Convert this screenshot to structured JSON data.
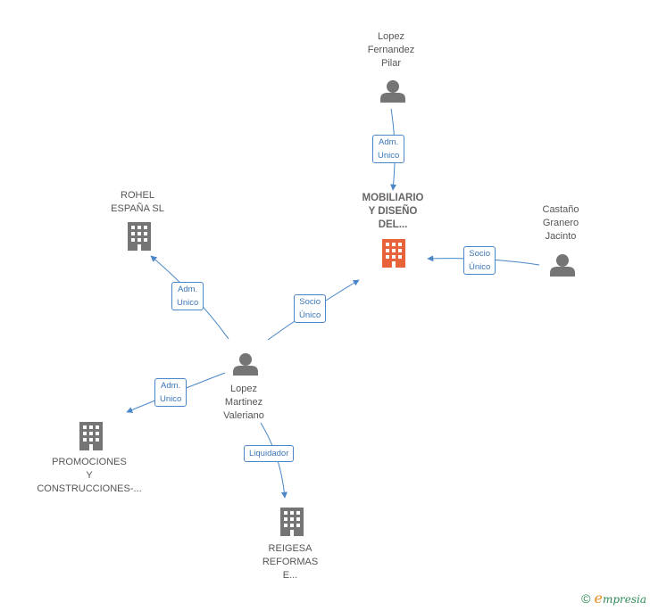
{
  "colors": {
    "edge": "#4a86c8",
    "icon": "#757575",
    "highlight": "#e8623a"
  },
  "nodes": {
    "lopez_fernandez": {
      "lines": [
        "Lopez",
        "Fernandez",
        "Pilar"
      ],
      "icon": "person-icon"
    },
    "mobiliario": {
      "lines": [
        "MOBILIARIO",
        "Y DISEÑO",
        "DEL..."
      ],
      "icon": "building-icon"
    },
    "castano": {
      "lines": [
        "Castaño",
        "Granero",
        "Jacinto"
      ],
      "icon": "person-icon"
    },
    "rohel": {
      "lines": [
        "ROHEL",
        "ESPAÑA SL"
      ],
      "icon": "building-icon"
    },
    "lopez_martinez": {
      "lines": [
        "Lopez",
        "Martinez",
        "Valeriano"
      ],
      "icon": "person-icon"
    },
    "promociones": {
      "lines": [
        "PROMOCIONES",
        "Y",
        "CONSTRUCCIONES-..."
      ],
      "icon": "building-icon"
    },
    "reigesa": {
      "lines": [
        "REIGESA",
        "REFORMAS",
        "E..."
      ],
      "icon": "building-icon"
    }
  },
  "edges": {
    "fernandez_to_mobiliario": [
      "Adm.",
      "Unico"
    ],
    "castano_to_mobiliario": [
      "Socio",
      "Único"
    ],
    "martinez_to_mobiliario": [
      "Socio",
      "Único"
    ],
    "martinez_to_rohel": [
      "Adm.",
      "Unico"
    ],
    "martinez_to_promociones": [
      "Adm.",
      "Unico"
    ],
    "martinez_to_reigesa": [
      "Liquidador"
    ]
  },
  "watermark": {
    "symbol": "©",
    "brand_first": "e",
    "brand_rest": "mpresia"
  }
}
